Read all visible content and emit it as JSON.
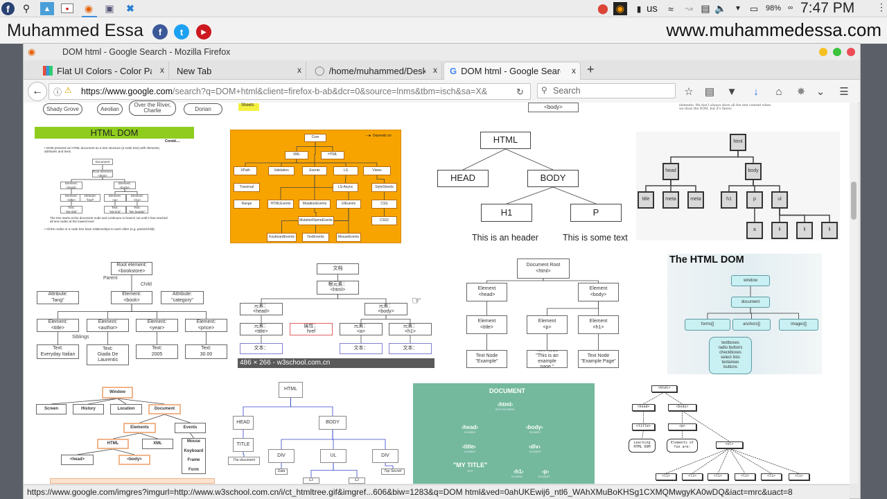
{
  "os_panel": {
    "keyboard_layout": "us",
    "battery": "98%",
    "battery_extra": "∞",
    "clock": "7:47 PM"
  },
  "watermark": {
    "name": "Muhammed Essa",
    "website": "www.muhammedessa.com",
    "social": [
      "f",
      "t",
      "▶"
    ]
  },
  "window": {
    "title": "DOM html - Google Search - Mozilla Firefox"
  },
  "tabs": [
    {
      "label": "Flat UI Colors - Color Palle",
      "close": "x"
    },
    {
      "label": "New Tab",
      "close": "x"
    },
    {
      "label": "/home/muhammed/Desk",
      "close": "x"
    },
    {
      "label": "DOM html - Google Searc",
      "close": "x",
      "active": true
    }
  ],
  "new_tab": "+",
  "navbar": {
    "url_host": "https://www.google.com",
    "url_path": "/search?q=DOM+html&client=firefox-b-ab&dcr=0&source=lnms&tbm=isch&sa=X&",
    "search_placeholder": "Search"
  },
  "status_url": "https://www.google.com/imgres?imgurl=http://www.w3school.com.cn/i/ct_htmltree.gif&imgref...606&biw=1283&q=DOM html&ved=0ahUKEwij6_ntl6_WAhXMuBoKHSg1CXMQMwgyKA0wDQ&iact=mrc&uact=8",
  "top_row": {
    "pills": [
      "Shady Grove",
      "Aeolian",
      "Over the River,\nCharlie",
      "Dorian"
    ],
    "sticky": "Sheets",
    "body_tag": "<body>",
    "note": "elements. We don't always show all the text content when\nwe draw the DOM, but it's there)"
  },
  "images": {
    "slide": {
      "title": "HTML DOM",
      "contd": "Contd....",
      "bullet1": "• DOM presents an HTML document as a tree structure (a node tree) with elements,\n   attributes and texts.",
      "para": "The tree starts at the document node and continues to branch out until it has reached\nall text nodes at the lowest level.",
      "bullet2": "• All the nodes in a node tree have relationships to each other (e.g. parent/child).",
      "nodes": [
        "Document",
        "Root element:\n<html>",
        "Element:\n<head>",
        "Element:\n<body>",
        "Element:\n<title>",
        "Attribute:\n\"href\"",
        "Element:\n<a>",
        "Element:\n<h1>",
        "Text:\n\"My title\"",
        "Text:\n\"My link\"",
        "Text:\n\"My header\""
      ]
    },
    "orange": {
      "legend": "Depends on",
      "nodes": [
        "Core",
        "XML",
        "HTML",
        "XPath",
        "Validation",
        "Events",
        "LS",
        "Views",
        "Traversal",
        "LS-Async",
        "StyleSheets",
        "Range",
        "HTMLEvents",
        "MutationEvents",
        "UIEvents",
        "CSS",
        "MutationNameEvents",
        "CSS2",
        "KeyboardEvents",
        "TextEvents",
        "MouseEvents"
      ]
    },
    "simple": {
      "nodes": [
        "HTML",
        "HEAD",
        "BODY",
        "H1",
        "P"
      ],
      "caption1": "This is an header",
      "caption2": "This is some text"
    },
    "gray": {
      "nodes": [
        "html",
        "head",
        "body",
        "title",
        "meta",
        "meta",
        "h1",
        "p",
        "ul",
        "a",
        "li",
        "li",
        "li"
      ]
    },
    "bookstore": {
      "nodes": [
        "Root element:\n<bookstore>",
        "Element:\n<book>",
        "Attribute:\n\"lang\"",
        "Attribute:\n\"category\"",
        "Element:\n<title>",
        "Element:\n<author>",
        "Element:\n<year>",
        "Element:\n<price>",
        "Text:\nEveryday Italian",
        "Text:\nGiada De\nLaurentis",
        "Text:\n2005",
        "Text:\n30.00"
      ],
      "parent": "Parent",
      "child": "Child",
      "siblings": "Siblings"
    },
    "chinese": {
      "nodes": [
        "文档",
        "根元素：\n<html>",
        "元素：\n<head>",
        "元素：\n<body>",
        "元素：\n<title>",
        "属性：\nhref",
        "元素：\n<a>",
        "元素：\n<h1>",
        "文本：",
        "文本：",
        "文本："
      ],
      "hover_caption": "486 × 266 - w3school.com.cn"
    },
    "docroot": {
      "nodes": [
        "Document Root\n<html>",
        "Element\n<head>",
        "Element\n<body>",
        "Element\n<title>",
        "Element\n<p>",
        "Element\n<h1>",
        "Text Node\n\"Example\"",
        "Text Node\n\"This is an example\npage.\"",
        "Text Node\n\"Example Page\""
      ]
    },
    "htmldom": {
      "title": "The HTML DOM",
      "nodes": [
        "window",
        "document",
        "forms[]",
        "anchors[]",
        "images[]",
        "textboxes\nradio buttons\ncheckboxes\nselect lists\ntextareas\nbuttons"
      ]
    },
    "windowtree": {
      "nodes": [
        "Window",
        "Screen",
        "History",
        "Location",
        "Document",
        "Elements",
        "Events",
        "HTML",
        "XML",
        "Mouse\n\nKeyboard\n\nFrame\n\nForm",
        "<head>",
        "<body>"
      ]
    },
    "bluetree": {
      "nodes": [
        "HTML",
        "HEAD",
        "TITLE",
        "The document",
        "BODY",
        "DIV",
        "UL",
        "DIV",
        "Data",
        "Top Secret!",
        "LI",
        "LI"
      ]
    },
    "green": {
      "title": "DOCUMENT",
      "html": "‹html›",
      "root": "ROOT ELEMENT",
      "head": "‹head›",
      "body": "‹body›",
      "title_tag": "‹title›",
      "div": "‹div›",
      "mytitle": "\"MY TITLE\"",
      "text": "TEXT",
      "h1": "‹h1›",
      "p": "‹p›",
      "element": "ELEMENT"
    },
    "dashtree": {
      "nodes": [
        "<html>",
        "<head>",
        "<body>",
        "<title>",
        "<p>",
        "Learning\nHTML DOM",
        "Elements of\nfun are:",
        "<ol>",
        "<li>",
        "<li>",
        "<li>",
        "<li>",
        "<li>",
        "<li>"
      ]
    }
  }
}
